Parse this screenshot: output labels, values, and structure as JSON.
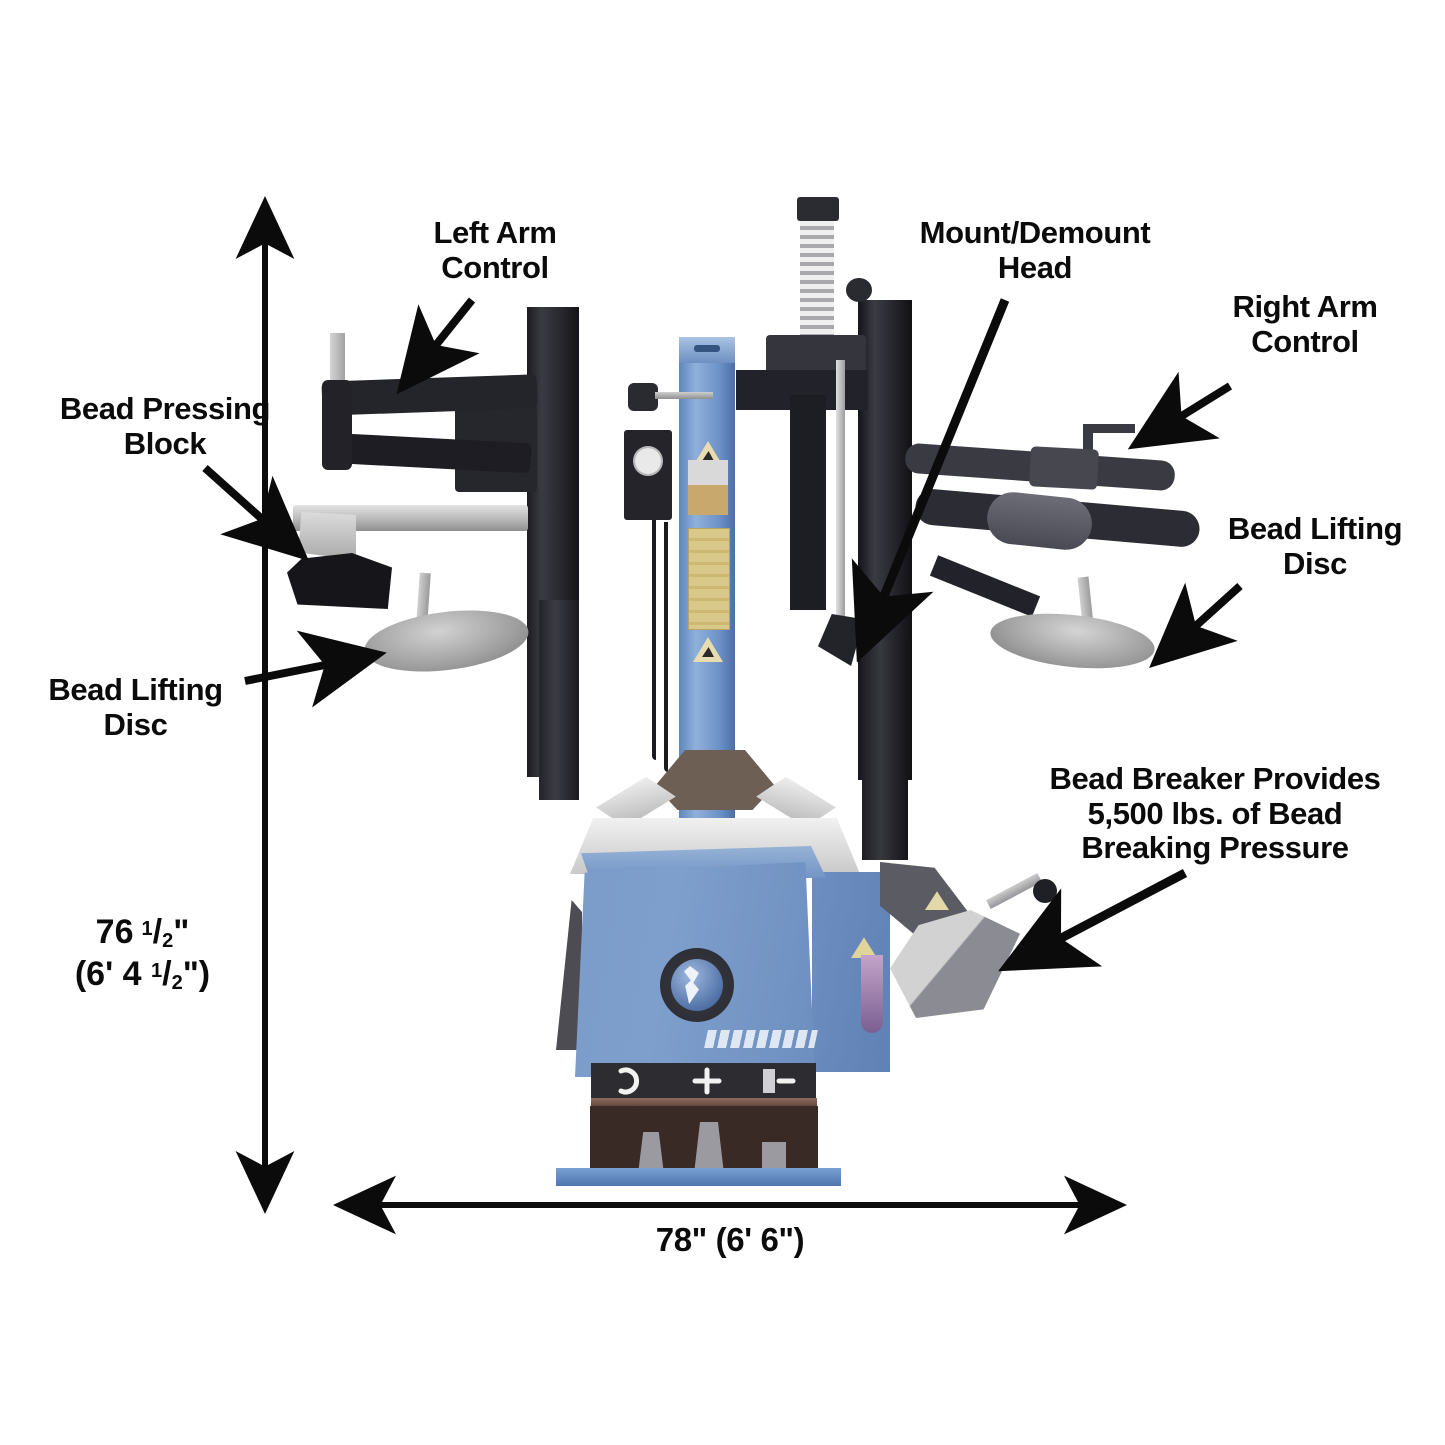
{
  "diagram": {
    "title": "Tire Changer Machine Dimensions and Component Callouts",
    "labels": [
      {
        "id": "bead-pressing-block",
        "text": "Bead Pressing\nBlock"
      },
      {
        "id": "left-arm-control",
        "text": "Left Arm\nControl"
      },
      {
        "id": "mount-demount-head",
        "text": "Mount/Demount\nHead"
      },
      {
        "id": "right-arm-control",
        "text": "Right Arm\nControl"
      },
      {
        "id": "bead-lifting-disc-right",
        "text": "Bead Lifting\nDisc"
      },
      {
        "id": "bead-lifting-disc-left",
        "text": "Bead Lifting\nDisc"
      },
      {
        "id": "bead-breaker",
        "text": "Bead Breaker Provides\n5,500 lbs. of Bead\nBreaking Pressure"
      }
    ],
    "dimensions": {
      "height": {
        "value": "76",
        "fraction_num": "1",
        "fraction_den": "2",
        "unit": "\"",
        "alt": "(6' 4 ",
        "alt_num": "1",
        "alt_den": "2",
        "alt_end": "\")"
      },
      "width": {
        "text": "78\" (6' 6\")"
      }
    },
    "machine": {
      "pedal_icons": [
        "rotate-arc",
        "plus",
        "minus"
      ],
      "logo": "globe-gear-logo",
      "colors": {
        "cabinet_blue": "#7b9cc9",
        "column_black": "#24242b",
        "disc_gray": "#b4b4b4",
        "warning_yellow": "#d8c98a",
        "line_black": "#0b0b0b"
      }
    }
  }
}
